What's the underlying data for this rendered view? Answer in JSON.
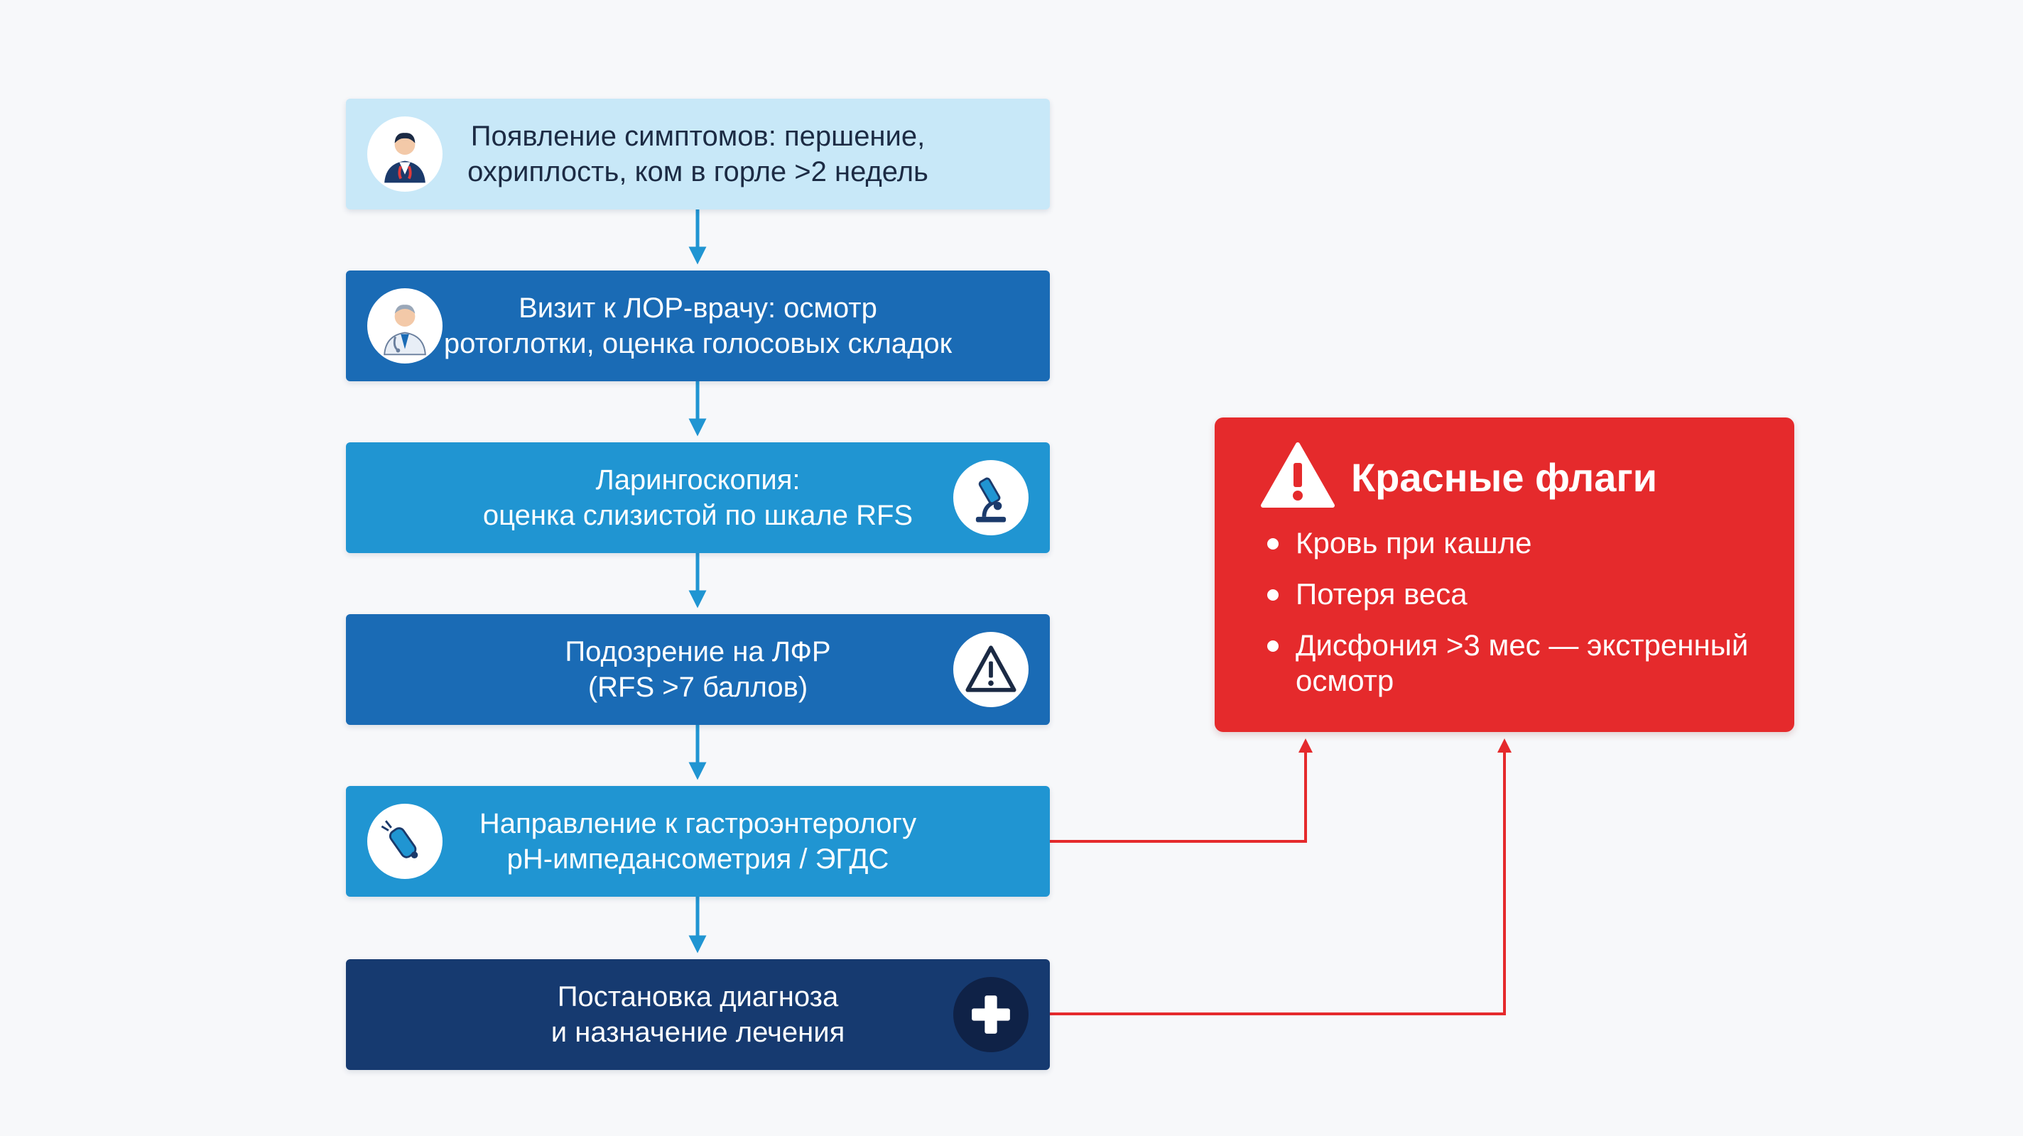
{
  "colors": {
    "step_light": "#c8e8f8",
    "step_blue": "#1a6bb5",
    "step_sky": "#2095d2",
    "step_navy": "#163a70",
    "arrow_blue": "#2095d2",
    "red_flag": "#e52a2c",
    "connector_red": "#e52a2c"
  },
  "steps": [
    {
      "lines": [
        "Появление симптомов: першение,",
        "охриплость, ком в горле >2 недель"
      ],
      "icon": "patient-icon"
    },
    {
      "lines": [
        "Визит к ЛОР-врачу: осмотр",
        "ротоглотки, оценка голосовых складок"
      ],
      "icon": "doctor-icon"
    },
    {
      "lines": [
        "Ларингоскопия:",
        "оценка слизистой по шкале RFS"
      ],
      "icon": "microscope-icon"
    },
    {
      "lines": [
        "Подозрение на ЛФР",
        "(RFS >7 баллов)"
      ],
      "icon": "warning-icon"
    },
    {
      "lines": [
        "Направление к гастроэнтерологу",
        "pH-импедансометрия / ЭГДС"
      ],
      "icon": "probe-icon"
    },
    {
      "lines": [
        "Постановка диагноза",
        "и назначение лечения"
      ],
      "icon": "medical-cross-icon"
    }
  ],
  "red_flags": {
    "title": "Красные флаги",
    "icon": "alert-triangle-icon",
    "items": [
      "Кровь при кашле",
      "Потеря веса",
      "Дисфония >3 мес — экстренный осмотр"
    ]
  }
}
